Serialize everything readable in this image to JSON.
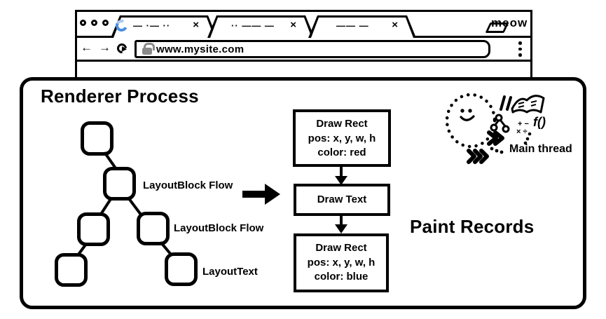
{
  "browser": {
    "signature": "meow",
    "tabs": [
      {
        "scribble": "— ·— ··",
        "close": "×",
        "loading": true
      },
      {
        "scribble": "·· —— —",
        "close": "×",
        "loading": false
      },
      {
        "scribble": "—— —",
        "close": "×",
        "loading": false
      }
    ],
    "nav": {
      "back_icon": "←",
      "forward_icon": "→",
      "url": "www.mysite.com"
    },
    "icons": {
      "traffic_lights": "three-outlined-circles",
      "spinner": "blue-loading-spinner",
      "close": "x-close",
      "new_tab": "blank-tab-parallelogram",
      "refresh": "circular-arrow",
      "lock": "gray-padlock",
      "menu": "vertical-three-dots"
    }
  },
  "renderer": {
    "title": "Renderer Process",
    "tree": {
      "labels": [
        "LayoutBlock Flow",
        "LayoutBlock Flow",
        "LayoutText"
      ]
    },
    "paint_records": {
      "heading": "Paint Records",
      "boxes": [
        {
          "lines": [
            "Draw Rect",
            "pos: x, y, w, h",
            "color: red"
          ]
        },
        {
          "lines": [
            "Draw Text"
          ]
        },
        {
          "lines": [
            "Draw Rect",
            "pos: x, y, w, h",
            "color: blue"
          ]
        }
      ]
    },
    "main_thread": {
      "label": "Main thread",
      "fn_symbol": "f()",
      "math_row1": "+ −",
      "math_row2": "× ÷"
    }
  },
  "colors": {
    "ink": "#000000",
    "spinner_blue": "#4a90e2",
    "spinner_blue_light": "#a9c9f2",
    "lock_gray": "#8a8a8a"
  }
}
